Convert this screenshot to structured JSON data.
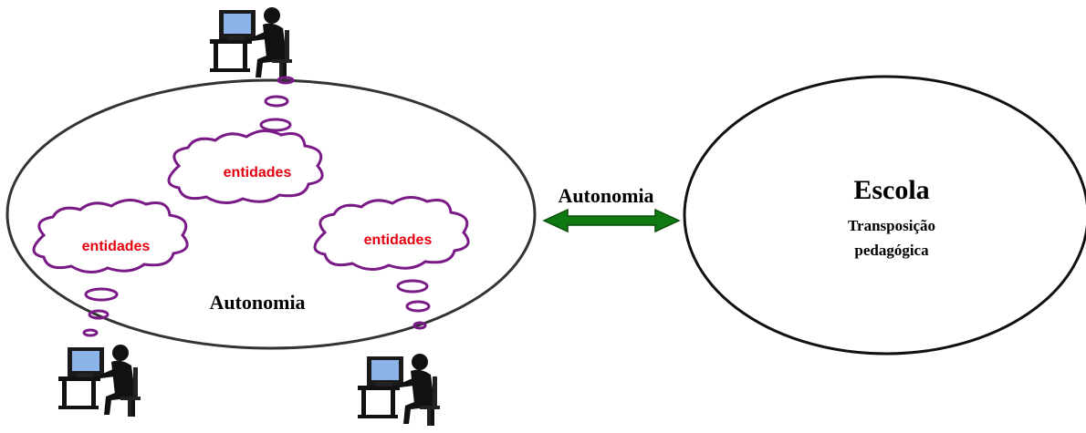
{
  "left_ellipse": {
    "clouds": [
      {
        "label": "entidades"
      },
      {
        "label": "entidades"
      },
      {
        "label": "entidades"
      }
    ],
    "label": "Autonomia"
  },
  "connector": {
    "label": "Autonomia",
    "color": "#0f7a12"
  },
  "right_ellipse": {
    "title": "Escola",
    "subtitle_line1": "Transposição",
    "subtitle_line2": "pedagógica"
  },
  "icons": [
    "person-at-computer-icon",
    "person-at-computer-icon",
    "person-at-computer-icon"
  ],
  "colors": {
    "cloud_outline": "#7a1a87",
    "cloud_text": "#e4000f",
    "ellipse_stroke": "#333333"
  }
}
